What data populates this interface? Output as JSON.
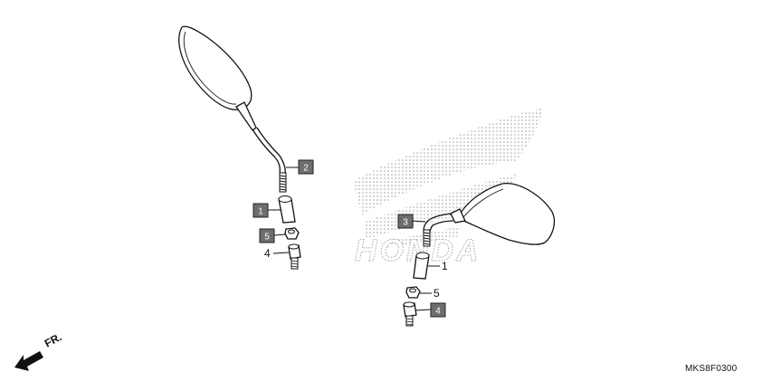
{
  "diagram": {
    "code": "MKS8F0300",
    "front_indicator": "FR.",
    "watermark_text": "HONDA",
    "callouts": [
      {
        "id": "left-2",
        "number": "2",
        "boxed": true
      },
      {
        "id": "left-1",
        "number": "1",
        "boxed": true
      },
      {
        "id": "left-5",
        "number": "5",
        "boxed": true
      },
      {
        "id": "left-4",
        "number": "4",
        "boxed": false
      },
      {
        "id": "right-3",
        "number": "3",
        "boxed": true
      },
      {
        "id": "right-1",
        "number": "1",
        "boxed": false
      },
      {
        "id": "right-5",
        "number": "5",
        "boxed": false
      },
      {
        "id": "right-4",
        "number": "4",
        "boxed": true
      }
    ]
  }
}
